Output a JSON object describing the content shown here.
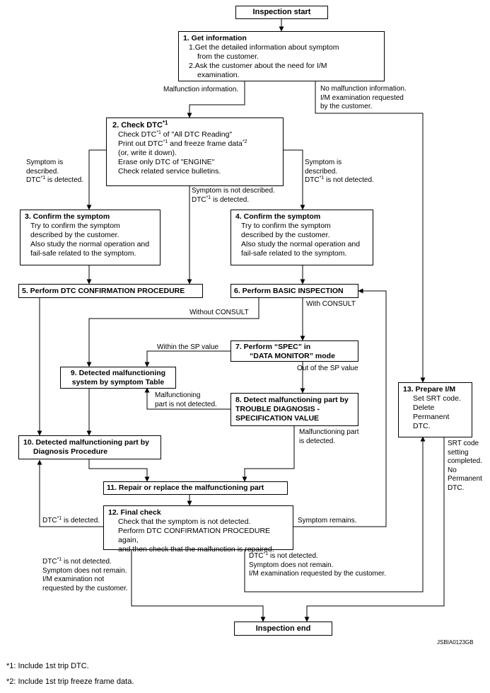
{
  "start": "Inspection start",
  "end": "Inspection end",
  "step1": {
    "title": "1. Get information",
    "items": [
      "1.Get the detailed information about symptom",
      "from the customer.",
      "2.Ask the customer about the need for I/M",
      "examination."
    ]
  },
  "step2": {
    "title": "2. Check DTC",
    "title_sup": "*1",
    "l1a": "Check DTC",
    "l1sup": "*1",
    "l1b": " of \"All DTC Reading\"",
    "l2a": "Print out DTC",
    "l2sup": "*1",
    "l2b": " and freeze frame data",
    "l2sup2": "*2",
    "l3": "(or, write it down).",
    "l4": "Erase only DTC of \"ENGINE\"",
    "l5": "Check related service bulletins."
  },
  "step3": {
    "title": "3. Confirm the symptom",
    "lines": [
      "Try to confirm the symptom",
      "described by the customer.",
      "Also study the normal operation and",
      "fail-safe related to the symptom."
    ]
  },
  "step4": {
    "title": "4. Confirm the symptom",
    "lines": [
      "Try to confirm the symptom",
      "described by the customer.",
      "Also study the normal operation and",
      "fail-safe related to the symptom."
    ]
  },
  "step5": "5. Perform DTC CONFIRMATION PROCEDURE",
  "step6": "6. Perform BASIC INSPECTION",
  "step7": [
    "7. Perform “SPEC” in",
    "“DATA MONITOR” mode"
  ],
  "step8": [
    "8. Detect malfunctioning part by",
    "TROUBLE DIAGNOSIS -",
    "SPECIFICATION VALUE"
  ],
  "step9": [
    "9. Detected malfunctioning",
    "system by symptom Table"
  ],
  "step10": [
    "10. Detected malfunctioning part by",
    "Diagnosis Procedure"
  ],
  "step11": "11. Repair or replace the malfunctioning part",
  "step12": {
    "title": "12. Final check",
    "lines": [
      "Check that the symptom is not detected.",
      "Perform DTC CONFIRMATION PROCEDURE again,",
      "and then check that the malfunction is repaired."
    ]
  },
  "step13": {
    "title": "13. Prepare I/M",
    "lines": [
      "Set SRT code.",
      "Delete",
      "Permanent",
      "DTC."
    ]
  },
  "labels": {
    "malfunction_info": "Malfunction information.",
    "no_malfunction": [
      "No malfunction information.",
      "I/M examination requested",
      "by the customer."
    ],
    "symptom_desc_left": [
      "Symptom is",
      "described."
    ],
    "dtc_detected_left_a": "DTC",
    "dtc_detected_left_sup": "*1",
    "dtc_detected_left_b": " is detected.",
    "symptom_desc_right": [
      "Symptom is",
      "described."
    ],
    "dtc_not_detected_right_a": "DTC",
    "dtc_not_detected_right_sup": "*1",
    "dtc_not_detected_right_b": " is not detected.",
    "symptom_not_desc": "Symptom is not described.",
    "dtc_detected_mid_a": "DTC",
    "dtc_detected_mid_sup": "*1",
    "dtc_detected_mid_b": " is detected.",
    "without_consult": "Without CONSULT",
    "with_consult": "With CONSULT",
    "within_sp": "Within the SP value",
    "out_of_sp": "Out of the SP value",
    "malf_not_detected": [
      "Malfunctioning",
      "part is not detected."
    ],
    "malf_detected": [
      "Malfunctioning part",
      "is detected."
    ],
    "dtc_detected_12_a": "DTC",
    "dtc_detected_12_sup": "*1",
    "dtc_detected_12_b": " is detected.",
    "symptom_remains": "Symptom remains.",
    "bottom_left_a": "DTC",
    "bottom_left_sup": "*1",
    "bottom_left_b": " is not detected.",
    "bottom_left_rest": [
      "Symptom does not remain.",
      "I/M examination not",
      "requested by the customer."
    ],
    "bottom_mid_a": "DTC",
    "bottom_mid_sup": "*1",
    "bottom_mid_b": " is not detected.",
    "bottom_mid_rest": [
      "Symptom does not remain.",
      "I/M examination requested by the customer."
    ],
    "srt_done": [
      "SRT code",
      "setting",
      "completed.",
      "No",
      "Permanent",
      "DTC."
    ]
  },
  "figure_id": "JSBIA0123GB",
  "footnotes": [
    "*1: Include 1st trip DTC.",
    "*2: Include 1st trip freeze frame data."
  ]
}
